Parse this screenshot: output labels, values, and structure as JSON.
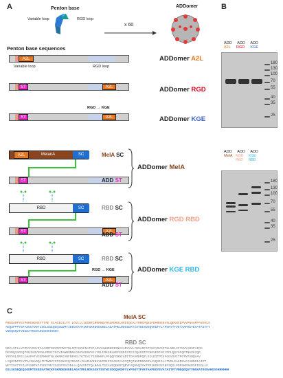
{
  "panels": {
    "a": "A",
    "b": "B",
    "c": "C"
  },
  "top": {
    "penton_base": "Penton base",
    "variable_loop": "Variable loop",
    "rgd_loop": "RGD loop",
    "x60": "x 60",
    "addomer": "ADDomer"
  },
  "section_title": "Penton base sequences",
  "constructs": [
    {
      "prefix": "ADDomer",
      "suffix": "A2L",
      "color": "#e87722"
    },
    {
      "prefix": "ADDomer",
      "suffix": "RGD",
      "color": "#e3001b"
    },
    {
      "prefix": "ADDomer",
      "suffix": "KGE",
      "color": "#3a5fcd"
    }
  ],
  "labels": {
    "st": "ST",
    "a2l": "A2L",
    "sc": "SC",
    "melana": "MelanA",
    "rbd": "RBD",
    "rgd_kge_1": "RGD → KGE",
    "rgd_kge_2": "RGD → KGE",
    "mela_sc": "MelA",
    "mela_sc2": "SC",
    "add_st": "ADD",
    "add_st2": "ST",
    "rbd_sc": "RBD",
    "rbd_sc2": "SC",
    "add_st_b": "ADD",
    "add_st_b2": "ST",
    "rbd_sc_c": "RBD",
    "rbd_sc_c2": "SC",
    "add_st_c": "ADD",
    "add_st_c2": "ST",
    "addomer_mela": "ADDomer",
    "addomer_mela2": "MelA",
    "addomer_rgd_rbd": "ADDomer",
    "addomer_rgd_rbd2": "RGD RBD",
    "addomer_kge_rbd": "ADDomer",
    "addomer_kge_rbd2": "KGE RBD"
  },
  "gel1": {
    "lanes": [
      {
        "l1": "ADD",
        "l2": "A2L",
        "color": "#e87722"
      },
      {
        "l1": "ADD",
        "l2": "RGD",
        "color": "#e3001b"
      },
      {
        "l1": "ADD",
        "l2": "KGE",
        "color": "#3a5fcd"
      }
    ],
    "markers": [
      "180",
      "130",
      "100",
      "70",
      "55",
      "40",
      "35",
      "25"
    ]
  },
  "gel2": {
    "lanes": [
      {
        "l1": "ADD",
        "l2": "MelA",
        "color": "#a0521e"
      },
      {
        "l1": "ADD",
        "l2": "RGD RBD",
        "color": "#f2a08a"
      },
      {
        "l1": "ADD",
        "l2": "KGE RBD",
        "color": "#29b6e6"
      }
    ],
    "markers": [
      "180",
      "130",
      "100",
      "70",
      "55",
      "40",
      "35",
      "25"
    ]
  },
  "sectionC": {
    "mela_title": "MelA SC",
    "mela_seq": [
      "PREDAHFYGYPKKGHGHSYTTAE ELAGIGILTV LGVLLLIGCWYCRRRNGYRALMDKSLHVGTQCALTRRCPQEGFDHRDSKVSLQEKNCEPVVPNAAPPAYEKLS",
      "AEQSPPPYSPASGGTVDTLSGLSSEQGQSGDMTIEEDSATHIKFSKRDEDGKELAGATMELRDSSGKTISTWISDGQVKDFYLYPGKYTFVETAAPDGYEVATAITFT",
      "VNEQGQVTVNGKATKGDAHGSGHHHHHH"
    ],
    "rbd_title": "RBD SC",
    "rbd_seq": [
      "MKFLVFLLVFMVVYISYIYAASRTRGVRFPNITNLCPFGEVFNATRFASVYAWNRKRISNCVADYSVLYNSASFSTFKCYGVSPTKLNDLCFTNVYADSFVIRG",
      "DEVRQIAPGQTGKIADYNYKLPDDFTGCVIAWNSNNLDSKVGGNYNYLYRLFRKSNLKPFERDISTEIYQAGSTPCNGVEGFNCYFPLQSYGFQPTNGVGYQP",
      "YRVVVLSFELLHAPATVCGPKKSTNLVKNKCVNFNFNGLTGTGVLTESNKKFLPFQQFGRDIADTTDAVRDPQTLEILDITPCSFGGVSVITPGTNTSNQVAV",
      "LYQDVNCTEVPVAIHADQLTPTWRVYSTGSNVFQTRAGCLIGAEHVNNSYECDIPIGAGICASYQTQTNSPRRARSVASQSIIAYTMSLGAENSVAYSNNSIAIPT",
      "NFTISVTTEILPVSMTKTSVDCTMYICGDSTECSNLLLQYGSFCTQLNRALTGIAVEQDKNTQEVFAQVKQIYKTPPIKDFGGFNFSQILPDPSKPSKRSFIEDLLF",
      "GSLSGSEQGQSGDMTIEEDSATHIKFSKRDEDGKELAGATMELRDSSGKTISTWISDGQVKDFYLYPGKYTFVETAAPDGYEVATAITFTVNEQGQVTVNGKATKGDAHGSGHHHHHH"
    ]
  }
}
